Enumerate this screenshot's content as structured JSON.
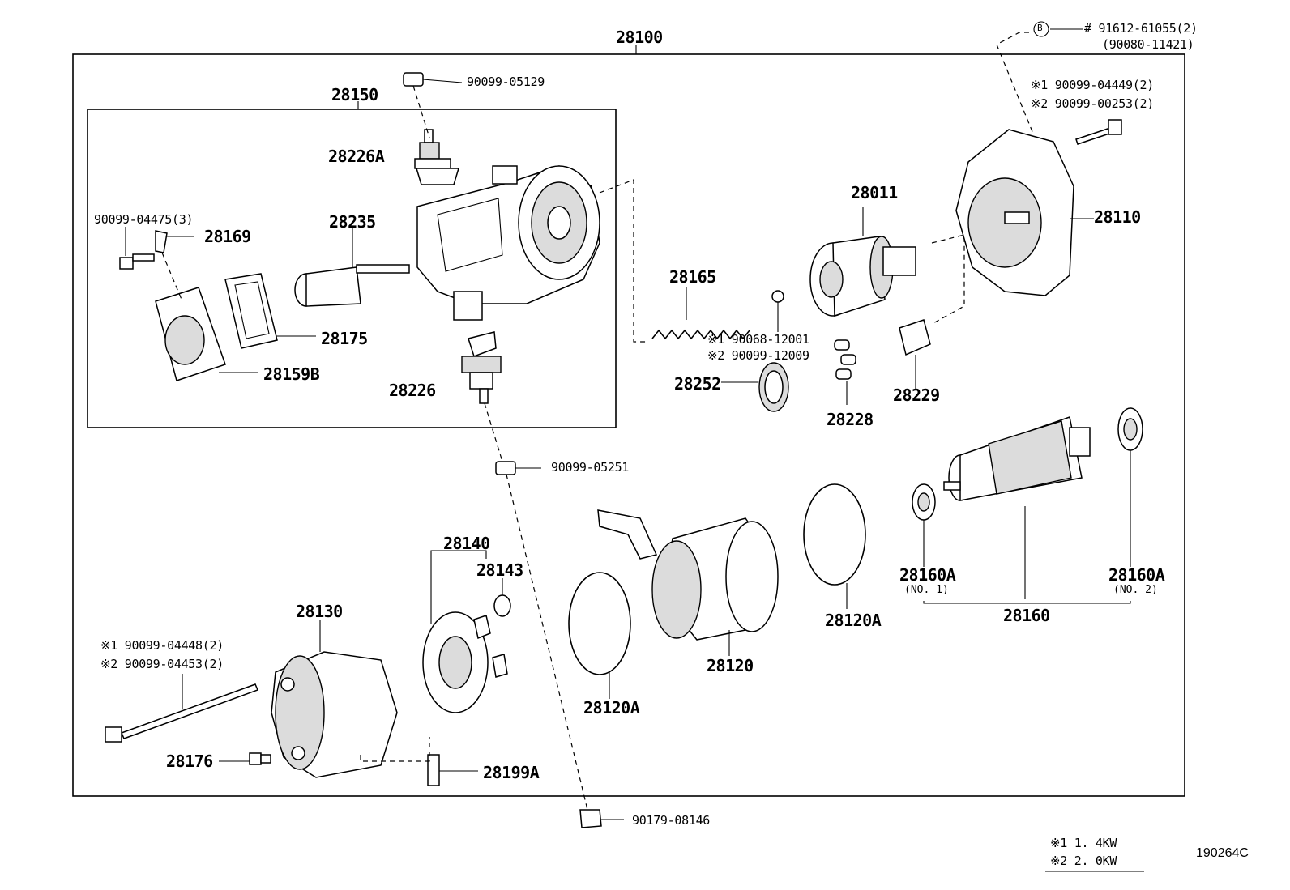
{
  "assembly": {
    "main": "28100",
    "sub_assembly": "28150"
  },
  "parts": {
    "p28226A": "28226A",
    "p90099_05129": "90099-05129",
    "p90099_04475": "90099-04475(3)",
    "p28169": "28169",
    "p28235": "28235",
    "p28175": "28175",
    "p28159B": "28159B",
    "p28226": "28226",
    "p28165": "28165",
    "p28252": "28252",
    "p28011": "28011",
    "p28228": "28228",
    "p28229": "28229",
    "p28110": "28110",
    "p90099_05251": "90099-05251",
    "p28140": "28140",
    "p28143": "28143",
    "p28130": "28130",
    "p28176": "28176",
    "p28199A": "28199A",
    "p28120A_left": "28120A",
    "p28120": "28120",
    "p28120A_right": "28120A",
    "p28160A_1": "28160A",
    "p28160A_1_sub": "(NO. 1)",
    "p28160A_2": "28160A",
    "p28160A_2_sub": "(NO. 2)",
    "p28160": "28160",
    "p90179_08146": "90179-08146"
  },
  "refs": {
    "top_right_circle": "B",
    "top_right_1": "# 91612-61055(2)",
    "top_right_2": "(90080-11421)",
    "bolt_28110_1": "※1 90099-04449(2)",
    "bolt_28110_2": "※2 90099-00253(2)",
    "ball_1": "※1 90068-12001",
    "ball_2": "※2 90099-12009",
    "through_bolt_1": "※1 90099-04448(2)",
    "through_bolt_2": "※2 90099-04453(2)"
  },
  "legend": {
    "row1": "※1 1. 4KW",
    "row2": "※2 2. 0KW",
    "figure_id": "190264C"
  }
}
